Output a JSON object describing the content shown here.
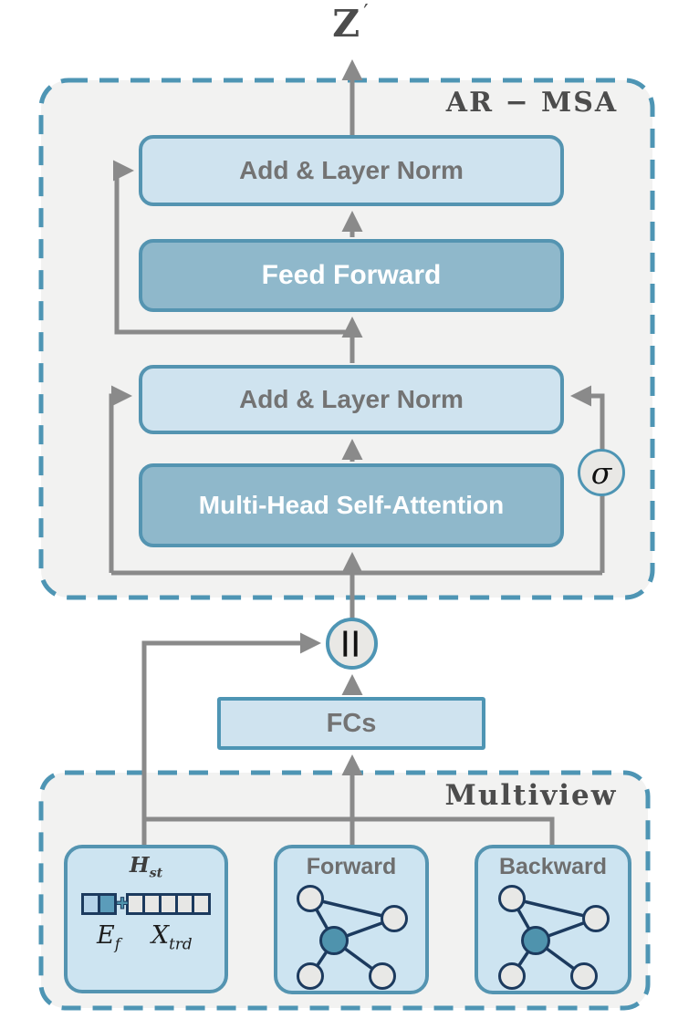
{
  "output": {
    "base": "Z",
    "prime": "′"
  },
  "ar_msa": {
    "label": "AR − MSA",
    "add_norm_top": "Add & Layer Norm",
    "feed_forward": "Feed Forward",
    "add_norm_bottom": "Add & Layer Norm",
    "mhsa": "Multi-Head Self-Attention",
    "sigma_symbol": "σ"
  },
  "concat_symbol": "||",
  "fcs_label": "FCs",
  "multiview": {
    "label": "Multiview",
    "hst": {
      "title_base": "H",
      "title_sub": "st",
      "ef_base": "E",
      "ef_sub": "f",
      "xtrd_base": "X",
      "xtrd_sub": "trd",
      "plus_symbol": "✚"
    },
    "forward_label": "Forward",
    "backward_label": "Backward"
  },
  "colors": {
    "dashed_border": "#4e95b4",
    "solid_border": "#5494b1",
    "panel_fill": "#f2f2f1",
    "light_block_fill": "#cfe3ef",
    "mid_block_fill": "#8fb8cb",
    "subbox_fill": "#cde4f1",
    "wire_gray": "#8a8a8a",
    "node_border": "#1c3a5e",
    "node_fill": "#e8e8e6",
    "center_node_fill": "#4f93ad",
    "circle_fill": "#e9e8e5"
  }
}
